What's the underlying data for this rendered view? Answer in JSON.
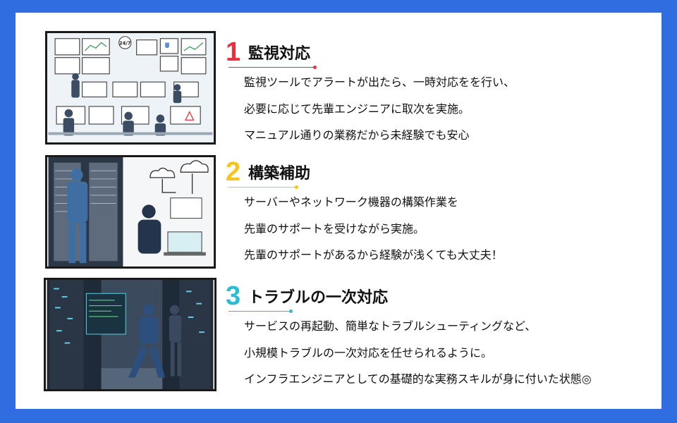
{
  "colors": {
    "background": "#2f6de1",
    "step1": "#e8313f",
    "step2": "#f5c518",
    "step3": "#2bbcd8"
  },
  "sections": [
    {
      "number": "1",
      "title": "監視対応",
      "lines": [
        "監視ツールでアラートが出たら、一時対応をを行い、",
        "必要に応じて先輩エンジニアに取次を実施。",
        "マニュアル通りの業務だから未経験でも安心"
      ],
      "illustration_label": "24/7"
    },
    {
      "number": "2",
      "title": "構築補助",
      "lines": [
        "サーバーやネットワーク機器の構築作業を",
        "先輩のサポートを受けながら実施。",
        "先輩のサポートがあるから経験が浅くても大丈夫！"
      ]
    },
    {
      "number": "3",
      "title": "トラブルの一次対応",
      "lines": [
        "サービスの再起動、簡単なトラブルシューティングなど、",
        "小規模トラブルの一次対応を任せられるように。",
        "インフラエンジニアとしての基礎的な実務スキルが身に付いた状態◎"
      ]
    }
  ]
}
